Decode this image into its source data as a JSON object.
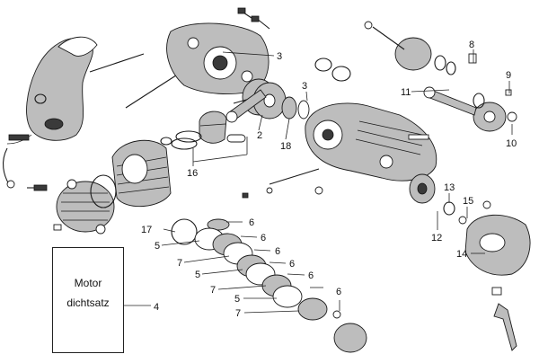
{
  "kit_box": {
    "line1": "Motor",
    "line2": "dichtsatz"
  },
  "callouts": [
    "3",
    "8",
    "9",
    "11",
    "10",
    "2",
    "18",
    "3",
    "16",
    "13",
    "15",
    "12",
    "14",
    "17",
    "6",
    "5",
    "6",
    "7",
    "6",
    "5",
    "6",
    "7",
    "5",
    "6",
    "6",
    "7",
    "4"
  ]
}
